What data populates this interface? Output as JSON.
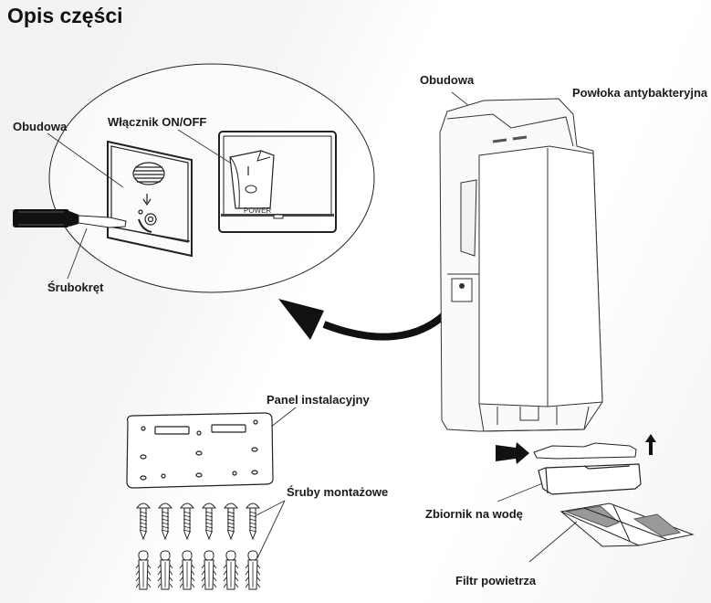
{
  "title": "Opis części",
  "labels": {
    "housing_inset": "Obudowa",
    "switch": "Włącznik ON/OFF",
    "screwdriver": "Śrubokręt",
    "housing_top": "Obudowa",
    "antibacterial_coating": "Powłoka antybakteryjna",
    "install_panel": "Panel instalacyjny",
    "mounting_screws": "Śruby montażowe",
    "water_tank": "Zbiornik na wodę",
    "air_filter": "Filtr powietrza"
  },
  "switch_panel": {
    "power_text": "POWER",
    "on_symbol": "I",
    "off_symbol": "O"
  },
  "parts": {
    "screw_count": 6,
    "anchor_count": 6
  }
}
